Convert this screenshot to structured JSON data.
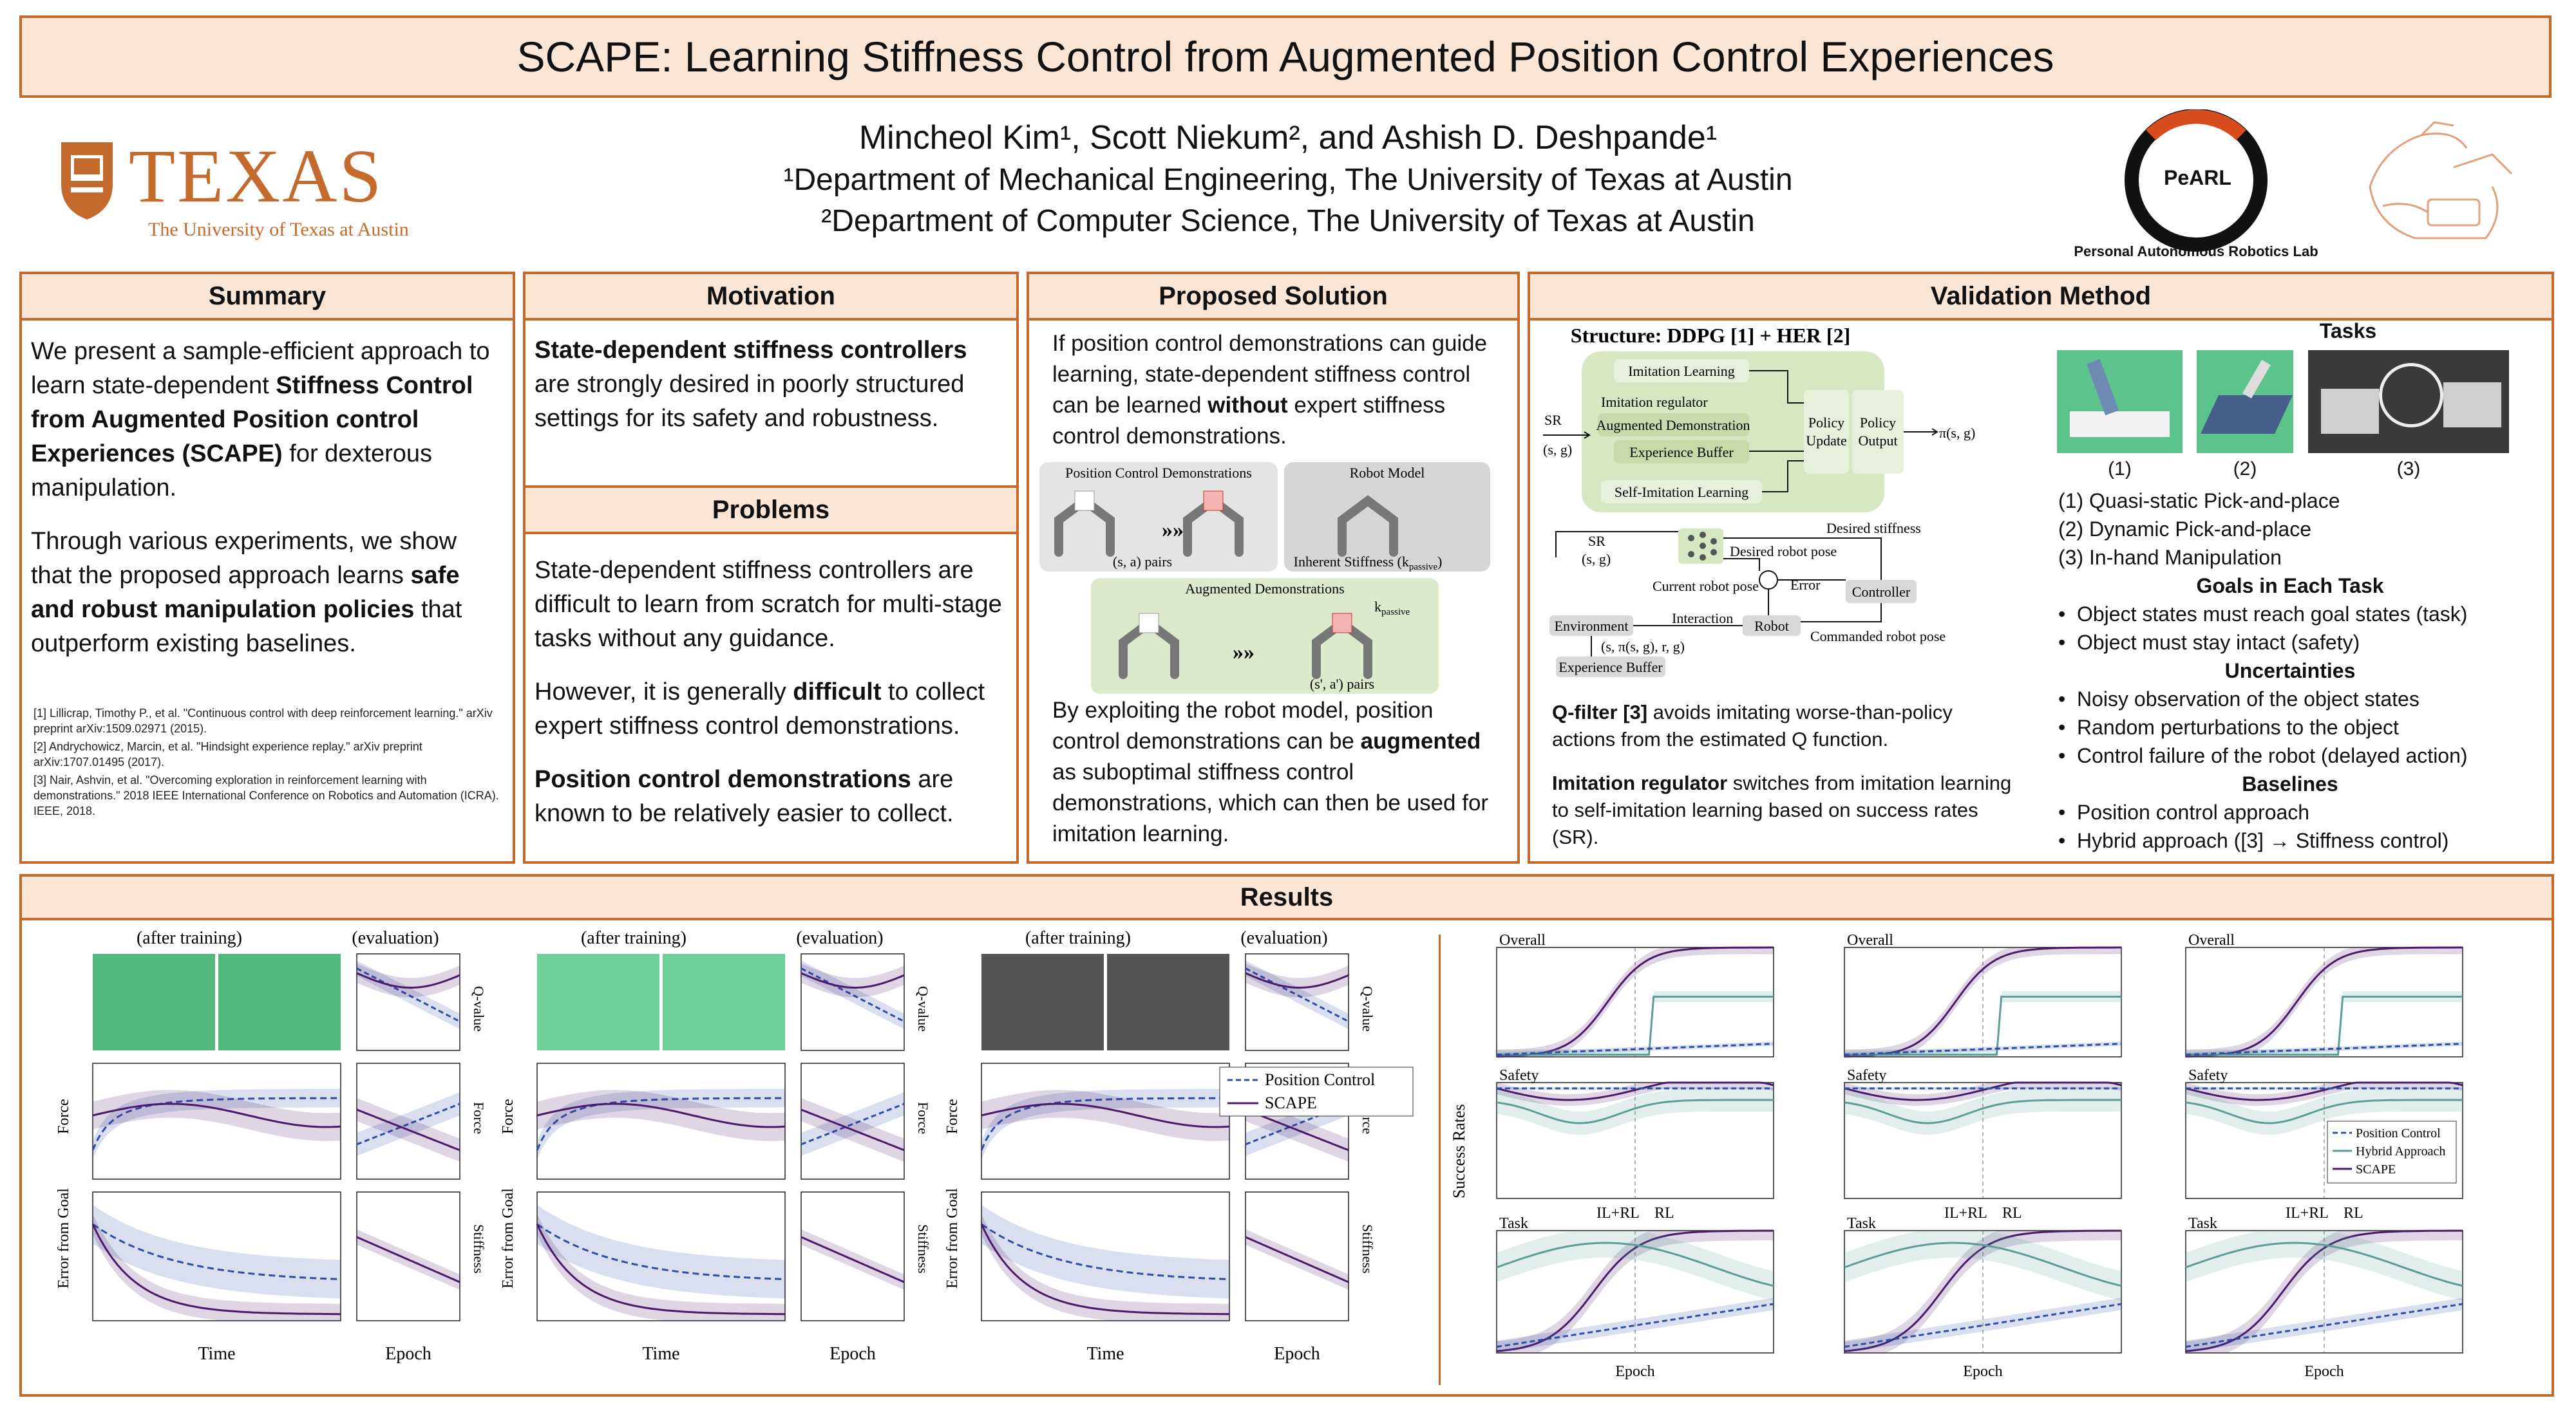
{
  "title": "SCAPE: Learning Stiffness Control from Augmented Position Control Experiences",
  "authors": {
    "names": "Mincheol Kim¹, Scott Niekum², and Ashish D. Deshpande¹",
    "affil1": "¹Department of Mechanical Engineering, The University of Texas at Austin",
    "affil2": "²Department of Computer Science, The University of Texas at Austin"
  },
  "logos": {
    "texas": "TEXAS",
    "texas_sub": "The University of Texas at Austin",
    "pearl": "PeARL",
    "pearl_sub": "Personal Autonomous Robotics Lab"
  },
  "summary": {
    "heading": "Summary",
    "p1_a": "We present a sample-efficient approach to learn state-dependent ",
    "p1_b": "Stiffness Control from Augmented Position control Experiences (SCAPE)",
    "p1_c": " for dexterous manipulation.",
    "p2_a": "Through various experiments, we show that the proposed approach learns ",
    "p2_b": "safe and robust manipulation policies",
    "p2_c": " that outperform existing baselines.",
    "ref1": "[1] Lillicrap, Timothy P., et al. \"Continuous control with deep reinforcement learning.\" arXiv preprint arXiv:1509.02971 (2015).",
    "ref2": "[2] Andrychowicz, Marcin, et al. \"Hindsight experience replay.\" arXiv preprint arXiv:1707.01495 (2017).",
    "ref3": "[3] Nair, Ashvin, et al. \"Overcoming exploration in reinforcement learning with demonstrations.\" 2018 IEEE International Conference on Robotics and Automation (ICRA). IEEE, 2018."
  },
  "motivation": {
    "heading": "Motivation",
    "bold": "State-dependent stiffness controllers",
    "rest": " are strongly desired in poorly structured settings for its safety and robustness."
  },
  "problems": {
    "heading": "Problems",
    "p1": "State-dependent stiffness controllers are difficult to learn from scratch for multi-stage tasks without any guidance.",
    "p2_a": "However, it is generally ",
    "p2_b": "difficult",
    "p2_c": " to collect expert stiffness control demonstrations.",
    "p3_a": "Position control demonstrations",
    "p3_b": " are known to be relatively easier to collect."
  },
  "solution": {
    "heading": "Proposed Solution",
    "p1_a": "If position control demonstrations can guide learning, state-dependent stiffness control can be learned ",
    "p1_b": "without",
    "p1_c": " expert stiffness control demonstrations.",
    "fig_pcd": "Position Control Demonstrations",
    "fig_rm": "Robot Model",
    "fig_sa": "(s, a) pairs",
    "fig_inh": "Inherent Stiffness (k",
    "fig_inh_sub": "passive",
    "fig_ad": "Augmented Demonstrations",
    "fig_kp": "k",
    "fig_kp_sub": "passive",
    "fig_sa2": "(s', a') pairs",
    "p2_a": "By exploiting the robot model, position control demonstrations can be ",
    "p2_b": "augmented",
    "p2_c": " as suboptimal stiffness control demonstrations, which can then be used for imitation learning."
  },
  "validation": {
    "heading": "Validation Method",
    "structure": "Structure: DDPG [1] + HER [2]",
    "d_il": "Imitation Learning",
    "d_ir": "Imitation regulator",
    "d_ad": "Augmented Demonstration",
    "d_eb": "Experience Buffer",
    "d_sil": "Self-Imitation Learning",
    "d_pu1": "Policy",
    "d_pu2": "Update",
    "d_po1": "Policy",
    "d_po2": "Output",
    "d_sr": "SR",
    "d_sg": "(s, g)",
    "d_pi": "π(s, g)",
    "c_sr": "SR",
    "c_sg": "(s, g)",
    "c_ds": "Desired stiffness",
    "c_drp": "Desired robot pose",
    "c_crp": "Current robot pose",
    "c_err": "Error",
    "c_ctrl": "Controller",
    "c_env": "Environment",
    "c_int": "Interaction",
    "c_rob": "Robot",
    "c_tuple": "(s, π(s, g), r, g)",
    "c_cmd": "Commanded robot pose",
    "c_eb": "Experience Buffer",
    "q_a": "Q-filter [3]",
    "q_b": " avoids imitating worse-than-policy actions from the estimated Q function.",
    "ir_a": "Imitation regulator",
    "ir_b": " switches from imitation learning to self-imitation learning based on success rates (SR).",
    "tasks_h": "Tasks",
    "t_lab1": "(1)",
    "t_lab2": "(2)",
    "t_lab3": "(3)",
    "task1": "(1) Quasi-static Pick-and-place",
    "task2": "(2) Dynamic Pick-and-place",
    "task3": "(3) In-hand Manipulation",
    "goals_h": "Goals in Each Task",
    "goal1": "Object states must reach goal states (task)",
    "goal2": "Object must stay intact (safety)",
    "unc_h": "Uncertainties",
    "unc1": "Noisy observation of the object states",
    "unc2": "Random perturbations to the object",
    "unc3": "Control failure of the robot (delayed action)",
    "base_h": "Baselines",
    "base1": "Position control approach",
    "base2": "Hybrid approach ([3] → Stiffness control)"
  },
  "results": {
    "heading": "Results",
    "after": "(after training)",
    "eval": "(evaluation)",
    "q_label": "Q-value",
    "force_label": "Force",
    "stiff_label": "Stiffness",
    "err_label": "Error from Goal",
    "time_label": "Time",
    "epoch_label": "Epoch",
    "legend_pc": "Position Control",
    "legend_scape": "SCAPE",
    "sr_label": "Success Rates",
    "overall": "Overall",
    "safety": "Safety",
    "task": "Task",
    "ilrl": "IL+RL",
    "rl": "RL",
    "leg_pc": "Position Control",
    "leg_hy": "Hybrid Approach",
    "leg_sc": "SCAPE"
  },
  "colors": {
    "accent": "#c46a2c",
    "header_fill": "#fbe6d6",
    "green_box": "#d7e7c2",
    "scape": "#4a1a6b",
    "position": "#2d4fa5",
    "hybrid": "#5a9e96"
  }
}
